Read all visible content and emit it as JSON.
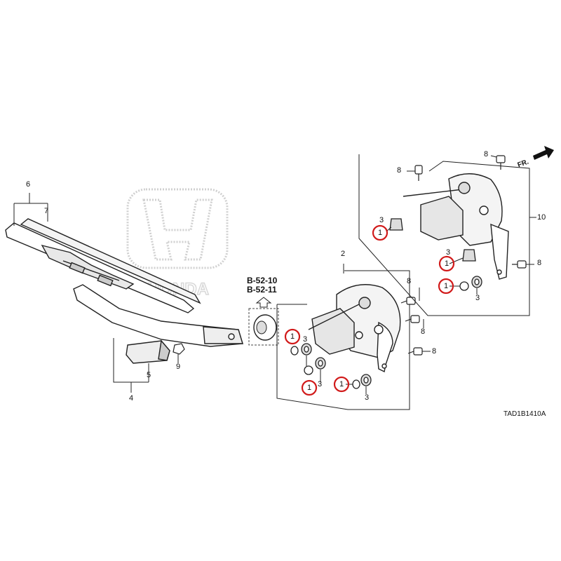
{
  "diagram_code": "TAD1B1410A",
  "front_marker": "FR.",
  "references": [
    "B-52-10",
    "B-52-11"
  ],
  "logo_text": "HONDA",
  "highlight_color": "#d11a1a",
  "part_labels": {
    "p1a": "1",
    "p1b": "1",
    "p1c": "1",
    "p1d": "1",
    "p1e": "1",
    "p1f": "1",
    "p2": "2",
    "p3a": "3",
    "p3b": "3",
    "p3c": "3",
    "p3d": "3",
    "p3e": "3",
    "p3f": "3",
    "p4": "4",
    "p5": "5",
    "p6": "6",
    "p7": "7",
    "p8a": "8",
    "p8b": "8",
    "p8c": "8",
    "p8d": "8",
    "p8e": "8",
    "p8f": "8",
    "p9": "9",
    "p10": "10"
  }
}
